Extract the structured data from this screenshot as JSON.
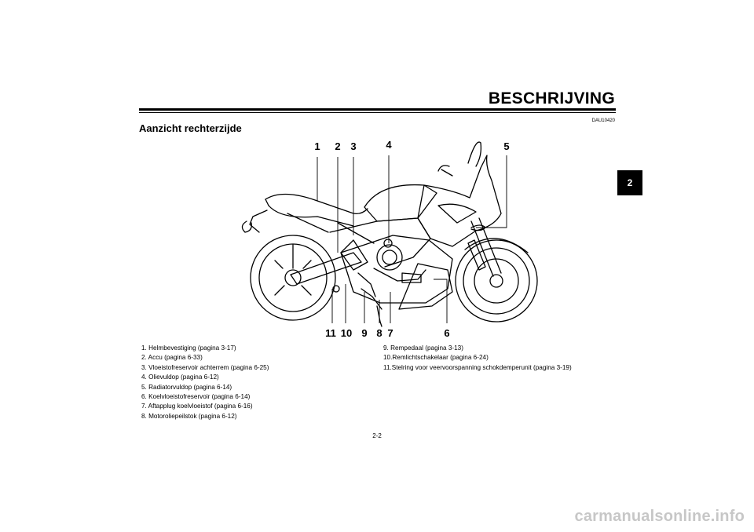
{
  "header": {
    "section_title": "BESCHRIJVING",
    "doc_code": "DAU10420",
    "subheading": "Aanzicht rechterzijde"
  },
  "chapter_tab": "2",
  "callouts": [
    "1",
    "2",
    "3",
    "4",
    "5",
    "6",
    "7",
    "8",
    "9",
    "10",
    "11"
  ],
  "legend": {
    "left": [
      "1.  Helmbevestiging (pagina 3-17)",
      "2.  Accu (pagina 6-33)",
      "3.  Vloeistofreservoir achterrem (pagina 6-25)",
      "4.  Olievuldop (pagina 6-12)",
      "5.  Radiatorvuldop (pagina 6-14)",
      "6.  Koelvloeistofreservoir (pagina 6-14)",
      "7.  Aftapplug koelvloeistof (pagina 6-16)",
      "8.  Motoroliepeilstok (pagina 6-12)"
    ],
    "right": [
      "9.  Rempedaal (pagina 3-13)",
      "10.Remlichtschakelaar (pagina 6-24)",
      "11.Stelring voor veervoorspanning schokdemperunit (pagina 3-19)"
    ]
  },
  "page_number": "2-2",
  "watermark": "carmanualsonline.info"
}
